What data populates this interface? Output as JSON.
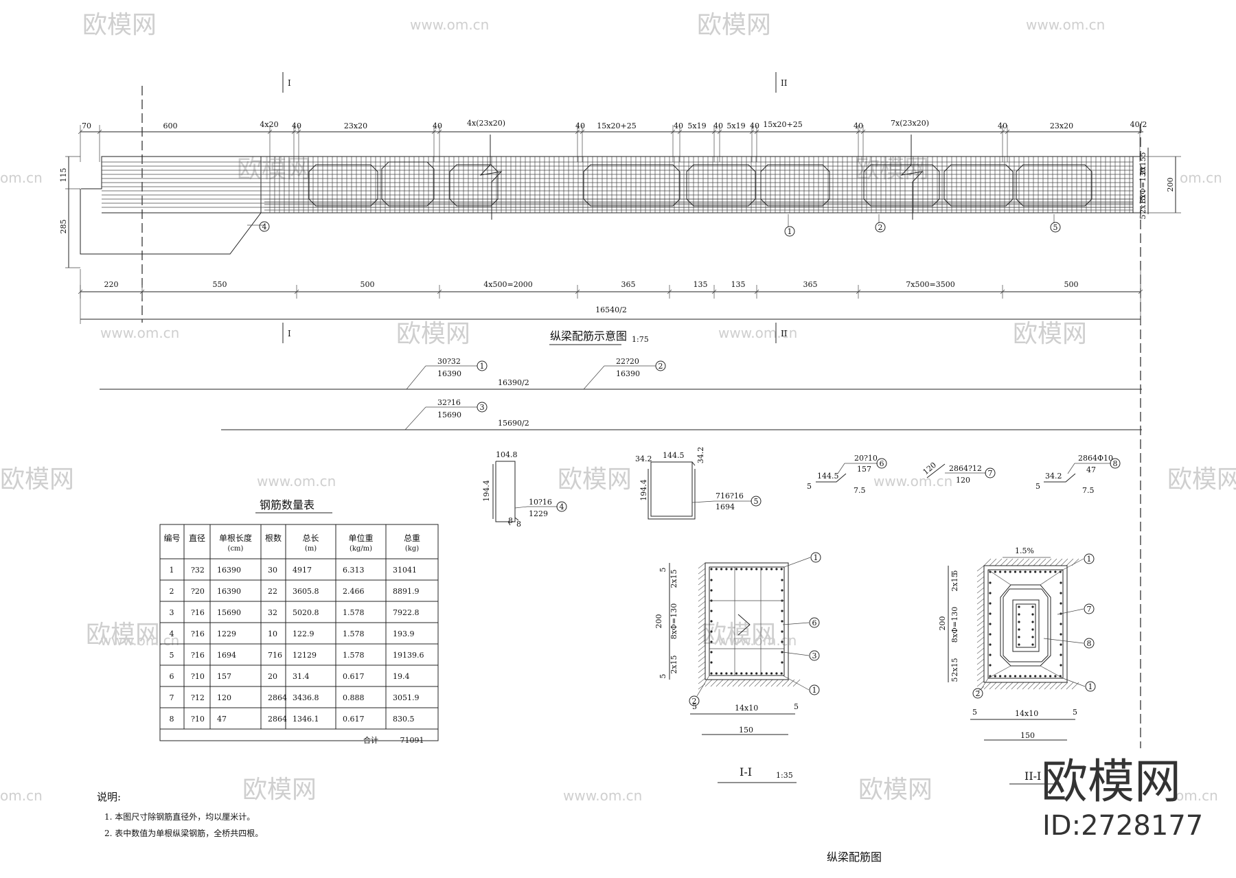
{
  "watermark": {
    "logo_text": "欧模网",
    "url_text": "www.om.cn",
    "url_fragment": "om.cn"
  },
  "brand": {
    "name": "欧模网",
    "id": "ID:2728177"
  },
  "elevation": {
    "title": "纵梁配筋示意图",
    "scale": "1:75",
    "section_marks": [
      "I",
      "II"
    ],
    "top_dims": [
      "70",
      "600",
      "4x20",
      "40",
      "23x20",
      "40",
      "4x(23x20)",
      "40",
      "15x20+25",
      "40",
      "5x19",
      "40",
      "5x19",
      "40",
      "15x20+25",
      "40",
      "7x(23x20)",
      "40",
      "23x20",
      "40/2"
    ],
    "bottom_dims": [
      "220",
      "550",
      "500",
      "4x500=2000",
      "365",
      "135",
      "135",
      "365",
      "7x500=3500",
      "500"
    ],
    "total": "16540/2",
    "left_dims": [
      "115",
      "285"
    ],
    "right_dims": [
      "5",
      "2x15",
      "8xΦ=130",
      "2x15",
      "5",
      "200"
    ],
    "callouts": [
      "1",
      "2",
      "4",
      "5"
    ]
  },
  "bars": [
    {
      "spec": "30?32",
      "len": "16390",
      "half": "16390/2",
      "no": "1"
    },
    {
      "spec": "22?20",
      "len": "16390",
      "no": "2"
    },
    {
      "spec": "32?16",
      "len": "15690",
      "half": "15690/2",
      "no": "3"
    }
  ],
  "shapes": [
    {
      "spec": "10?16",
      "len": "1229",
      "no": "4",
      "dims": [
        "104.8",
        "194.4",
        "8",
        "8"
      ]
    },
    {
      "spec": "716?16",
      "len": "1694",
      "no": "5",
      "dims": [
        "34.2",
        "144.5",
        "34.2",
        "194.4"
      ]
    },
    {
      "spec": "20?10",
      "len": "157",
      "no": "6",
      "dims": [
        "144.5",
        "5",
        "7.5"
      ]
    },
    {
      "spec": "2864?12",
      "len": "120",
      "no": "7",
      "dims": [
        "120"
      ]
    },
    {
      "spec": "2864Φ10",
      "len": "47",
      "no": "8",
      "dims": [
        "34.2",
        "5",
        "7.5"
      ]
    }
  ],
  "table": {
    "title": "钢筋数量表",
    "headers": [
      "编号",
      "直径",
      "单根长度\n(cm)",
      "根数",
      "总长\n(m)",
      "单位重\n(kg/m)",
      "总重\n(kg)"
    ],
    "rows": [
      [
        "1",
        "?32",
        "16390",
        "30",
        "4917",
        "6.313",
        "31041"
      ],
      [
        "2",
        "?20",
        "16390",
        "22",
        "3605.8",
        "2.466",
        "8891.9"
      ],
      [
        "3",
        "?16",
        "15690",
        "32",
        "5020.8",
        "1.578",
        "7922.8"
      ],
      [
        "4",
        "?16",
        "1229",
        "10",
        "122.9",
        "1.578",
        "193.9"
      ],
      [
        "5",
        "?16",
        "1694",
        "716",
        "12129",
        "1.578",
        "19139.6"
      ],
      [
        "6",
        "?10",
        "157",
        "20",
        "31.4",
        "0.617",
        "19.4"
      ],
      [
        "7",
        "?12",
        "120",
        "2864",
        "3436.8",
        "0.888",
        "3051.9"
      ],
      [
        "8",
        "?10",
        "47",
        "2864",
        "1346.1",
        "0.617",
        "830.5"
      ]
    ],
    "total_label": "合计",
    "total_value": "71091"
  },
  "sections": [
    {
      "name": "I-I",
      "scale": "1:35",
      "dims": [
        "5",
        "2x15",
        "8xΦ=130",
        "2x15",
        "5",
        "200",
        "5",
        "14x10",
        "5",
        "150"
      ],
      "callouts": [
        "1",
        "6",
        "3",
        "1",
        "2"
      ]
    },
    {
      "name": "II-I",
      "slope": "1.5%",
      "dims": [
        "5",
        "2x15",
        "8xΦ=130",
        "2x15",
        "5",
        "200",
        "5",
        "14x10",
        "5",
        "150"
      ],
      "callouts": [
        "1",
        "7",
        "8",
        "1",
        "2"
      ]
    }
  ],
  "notes": {
    "title": "说明:",
    "items": [
      "1. 本图尺寸除钢筋直径外，均以厘米计。",
      "2. 表中数值为单根纵梁钢筋，全桥共四根。"
    ]
  },
  "drawing_title": "纵梁配筋图"
}
